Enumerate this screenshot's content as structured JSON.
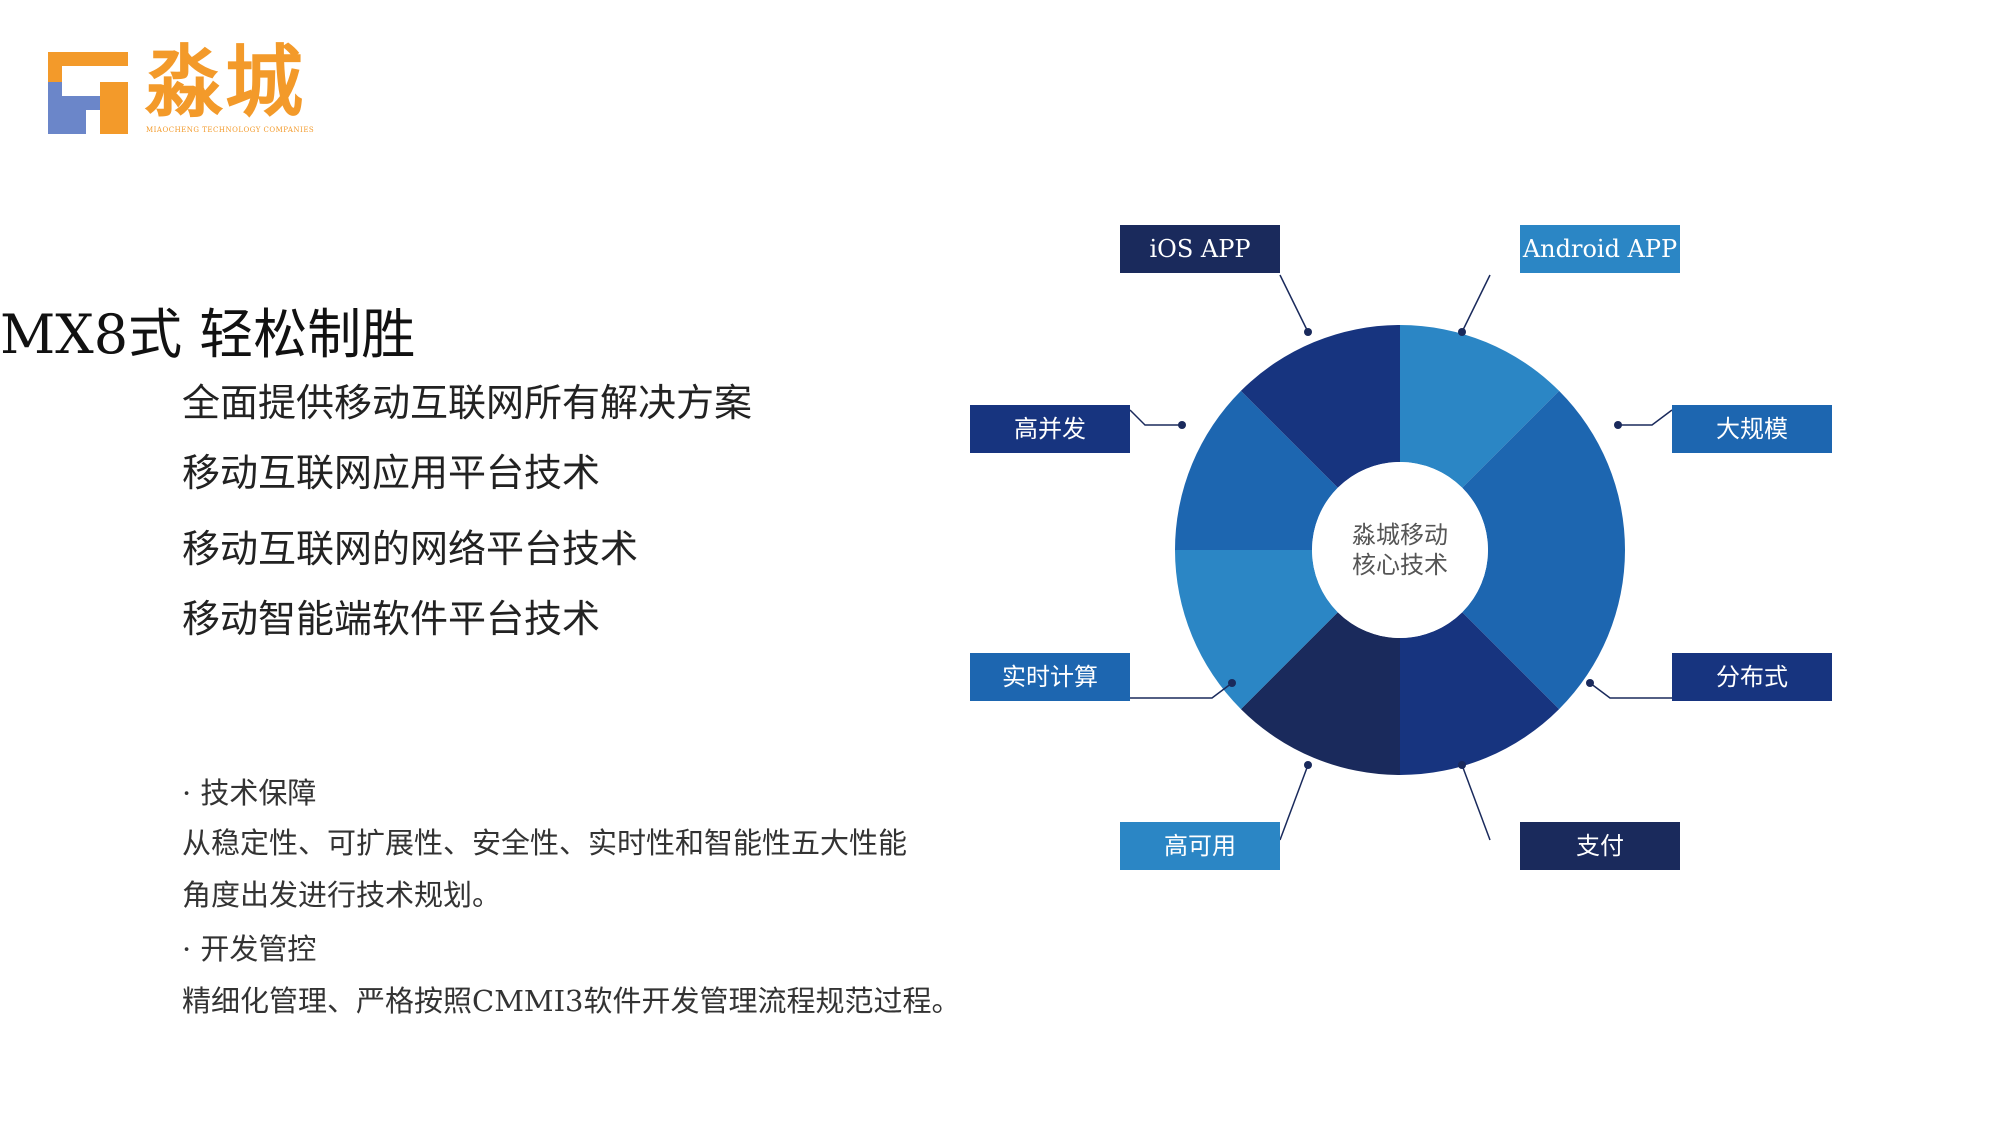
{
  "logo": {
    "name": "淼城",
    "subtitle": "MIAOCHENG TECHNOLOGY COMPANIES",
    "colors": {
      "orange": "#f39a2a",
      "blue": "#6b86c9"
    }
  },
  "headline": "MX8式 轻松制胜",
  "lines": [
    "全面提供移动互联网所有解决方案",
    "移动互联网应用平台技术",
    "移动互联网的网络平台技术",
    "移动智能端软件平台技术"
  ],
  "details": {
    "bullet1": "· 技术保障",
    "text1a": "从稳定性、可扩展性、安全性、实时性和智能性五大性能",
    "text1b": "角度出发进行技术规划。",
    "bullet2": "· 开发管控",
    "text2": "精细化管理、严格按照CMMI3软件开发管理流程规范过程。"
  },
  "diagram": {
    "center": [
      "淼城移动",
      "核心技术"
    ],
    "labels": [
      {
        "text": "iOS APP",
        "color": "#1a2a5c"
      },
      {
        "text": "Android APP",
        "color": "#2b86c5"
      },
      {
        "text": "大规模",
        "color": "#1d66b0"
      },
      {
        "text": "分布式",
        "color": "#17347f"
      },
      {
        "text": "支付",
        "color": "#1a2a5c"
      },
      {
        "text": "高可用",
        "color": "#2b86c5"
      },
      {
        "text": "实时计算",
        "color": "#1d66b0"
      },
      {
        "text": "高并发",
        "color": "#17347f"
      }
    ],
    "segment_colors": [
      "#2b86c5",
      "#1d66b0",
      "#1d66b0",
      "#17347f",
      "#1a2a5c",
      "#2b86c5",
      "#1d66b0",
      "#17347f"
    ]
  }
}
